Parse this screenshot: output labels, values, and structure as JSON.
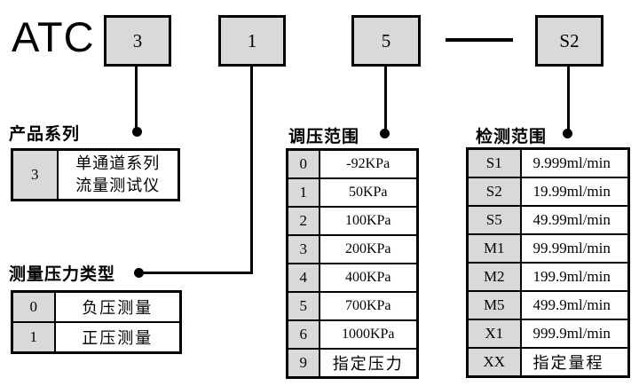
{
  "model_code": {
    "prefix": "ATC",
    "separator": "—",
    "boxes": {
      "series": "3",
      "pressure_type": "1",
      "regulation_range": "5",
      "detection_range": "S2"
    }
  },
  "colors": {
    "box_fill": "#d9d9d9",
    "line": "#000000",
    "background": "#ffffff"
  },
  "sections": {
    "product_series": {
      "title": "产品系列",
      "rows": [
        {
          "code": "3",
          "value": "单通道系列\n流量测试仪"
        }
      ]
    },
    "pressure_type": {
      "title": "测量压力类型",
      "rows": [
        {
          "code": "0",
          "value": "负压测量"
        },
        {
          "code": "1",
          "value": "正压测量"
        }
      ]
    },
    "regulation_range": {
      "title": "调压范围",
      "rows": [
        {
          "code": "0",
          "value": "-92KPa"
        },
        {
          "code": "1",
          "value": "50KPa"
        },
        {
          "code": "2",
          "value": "100KPa"
        },
        {
          "code": "3",
          "value": "200KPa"
        },
        {
          "code": "4",
          "value": "400KPa"
        },
        {
          "code": "5",
          "value": "700KPa"
        },
        {
          "code": "6",
          "value": "1000KPa"
        },
        {
          "code": "9",
          "value": "指定压力"
        }
      ]
    },
    "detection_range": {
      "title": "检测范围",
      "rows": [
        {
          "code": "S1",
          "value": "9.999ml/min"
        },
        {
          "code": "S2",
          "value": "19.99ml/min"
        },
        {
          "code": "S5",
          "value": "49.99ml/min"
        },
        {
          "code": "M1",
          "value": "99.99ml/min"
        },
        {
          "code": "M2",
          "value": "199.9ml/min"
        },
        {
          "code": "M5",
          "value": "499.9ml/min"
        },
        {
          "code": "X1",
          "value": "999.9ml/min"
        },
        {
          "code": "XX",
          "value": "指定量程"
        }
      ]
    }
  }
}
